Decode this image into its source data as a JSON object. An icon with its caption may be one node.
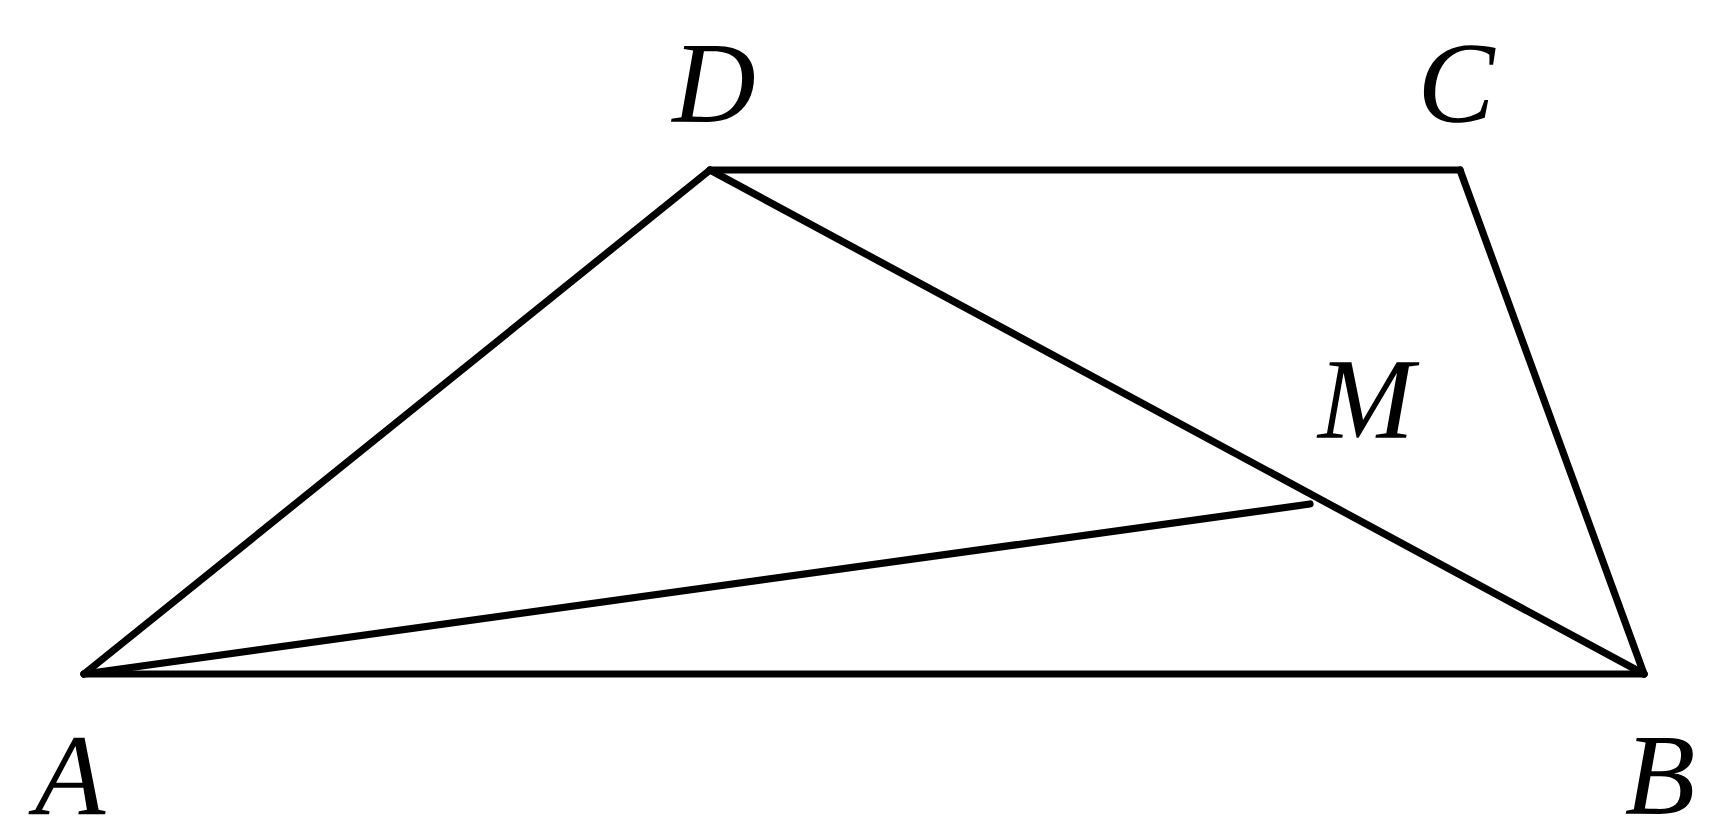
{
  "diagram": {
    "nodes": [
      {
        "text": [
          "A"
        ]
      },
      {
        "text": [
          "B"
        ]
      },
      {
        "text": [
          "C"
        ]
      },
      {
        "text": [
          "D"
        ]
      },
      {
        "text": [
          "M"
        ]
      }
    ],
    "edges": [
      {
        "from": 0,
        "to": 1,
        "arrow": "none"
      },
      {
        "from": 1,
        "to": 2,
        "arrow": "none"
      },
      {
        "from": 2,
        "to": 3,
        "arrow": "none"
      },
      {
        "from": 3,
        "to": 0,
        "arrow": "none"
      },
      {
        "from": 3,
        "to": 1,
        "arrow": "none"
      },
      {
        "from": 0,
        "to": 4,
        "arrow": "none"
      }
    ]
  }
}
